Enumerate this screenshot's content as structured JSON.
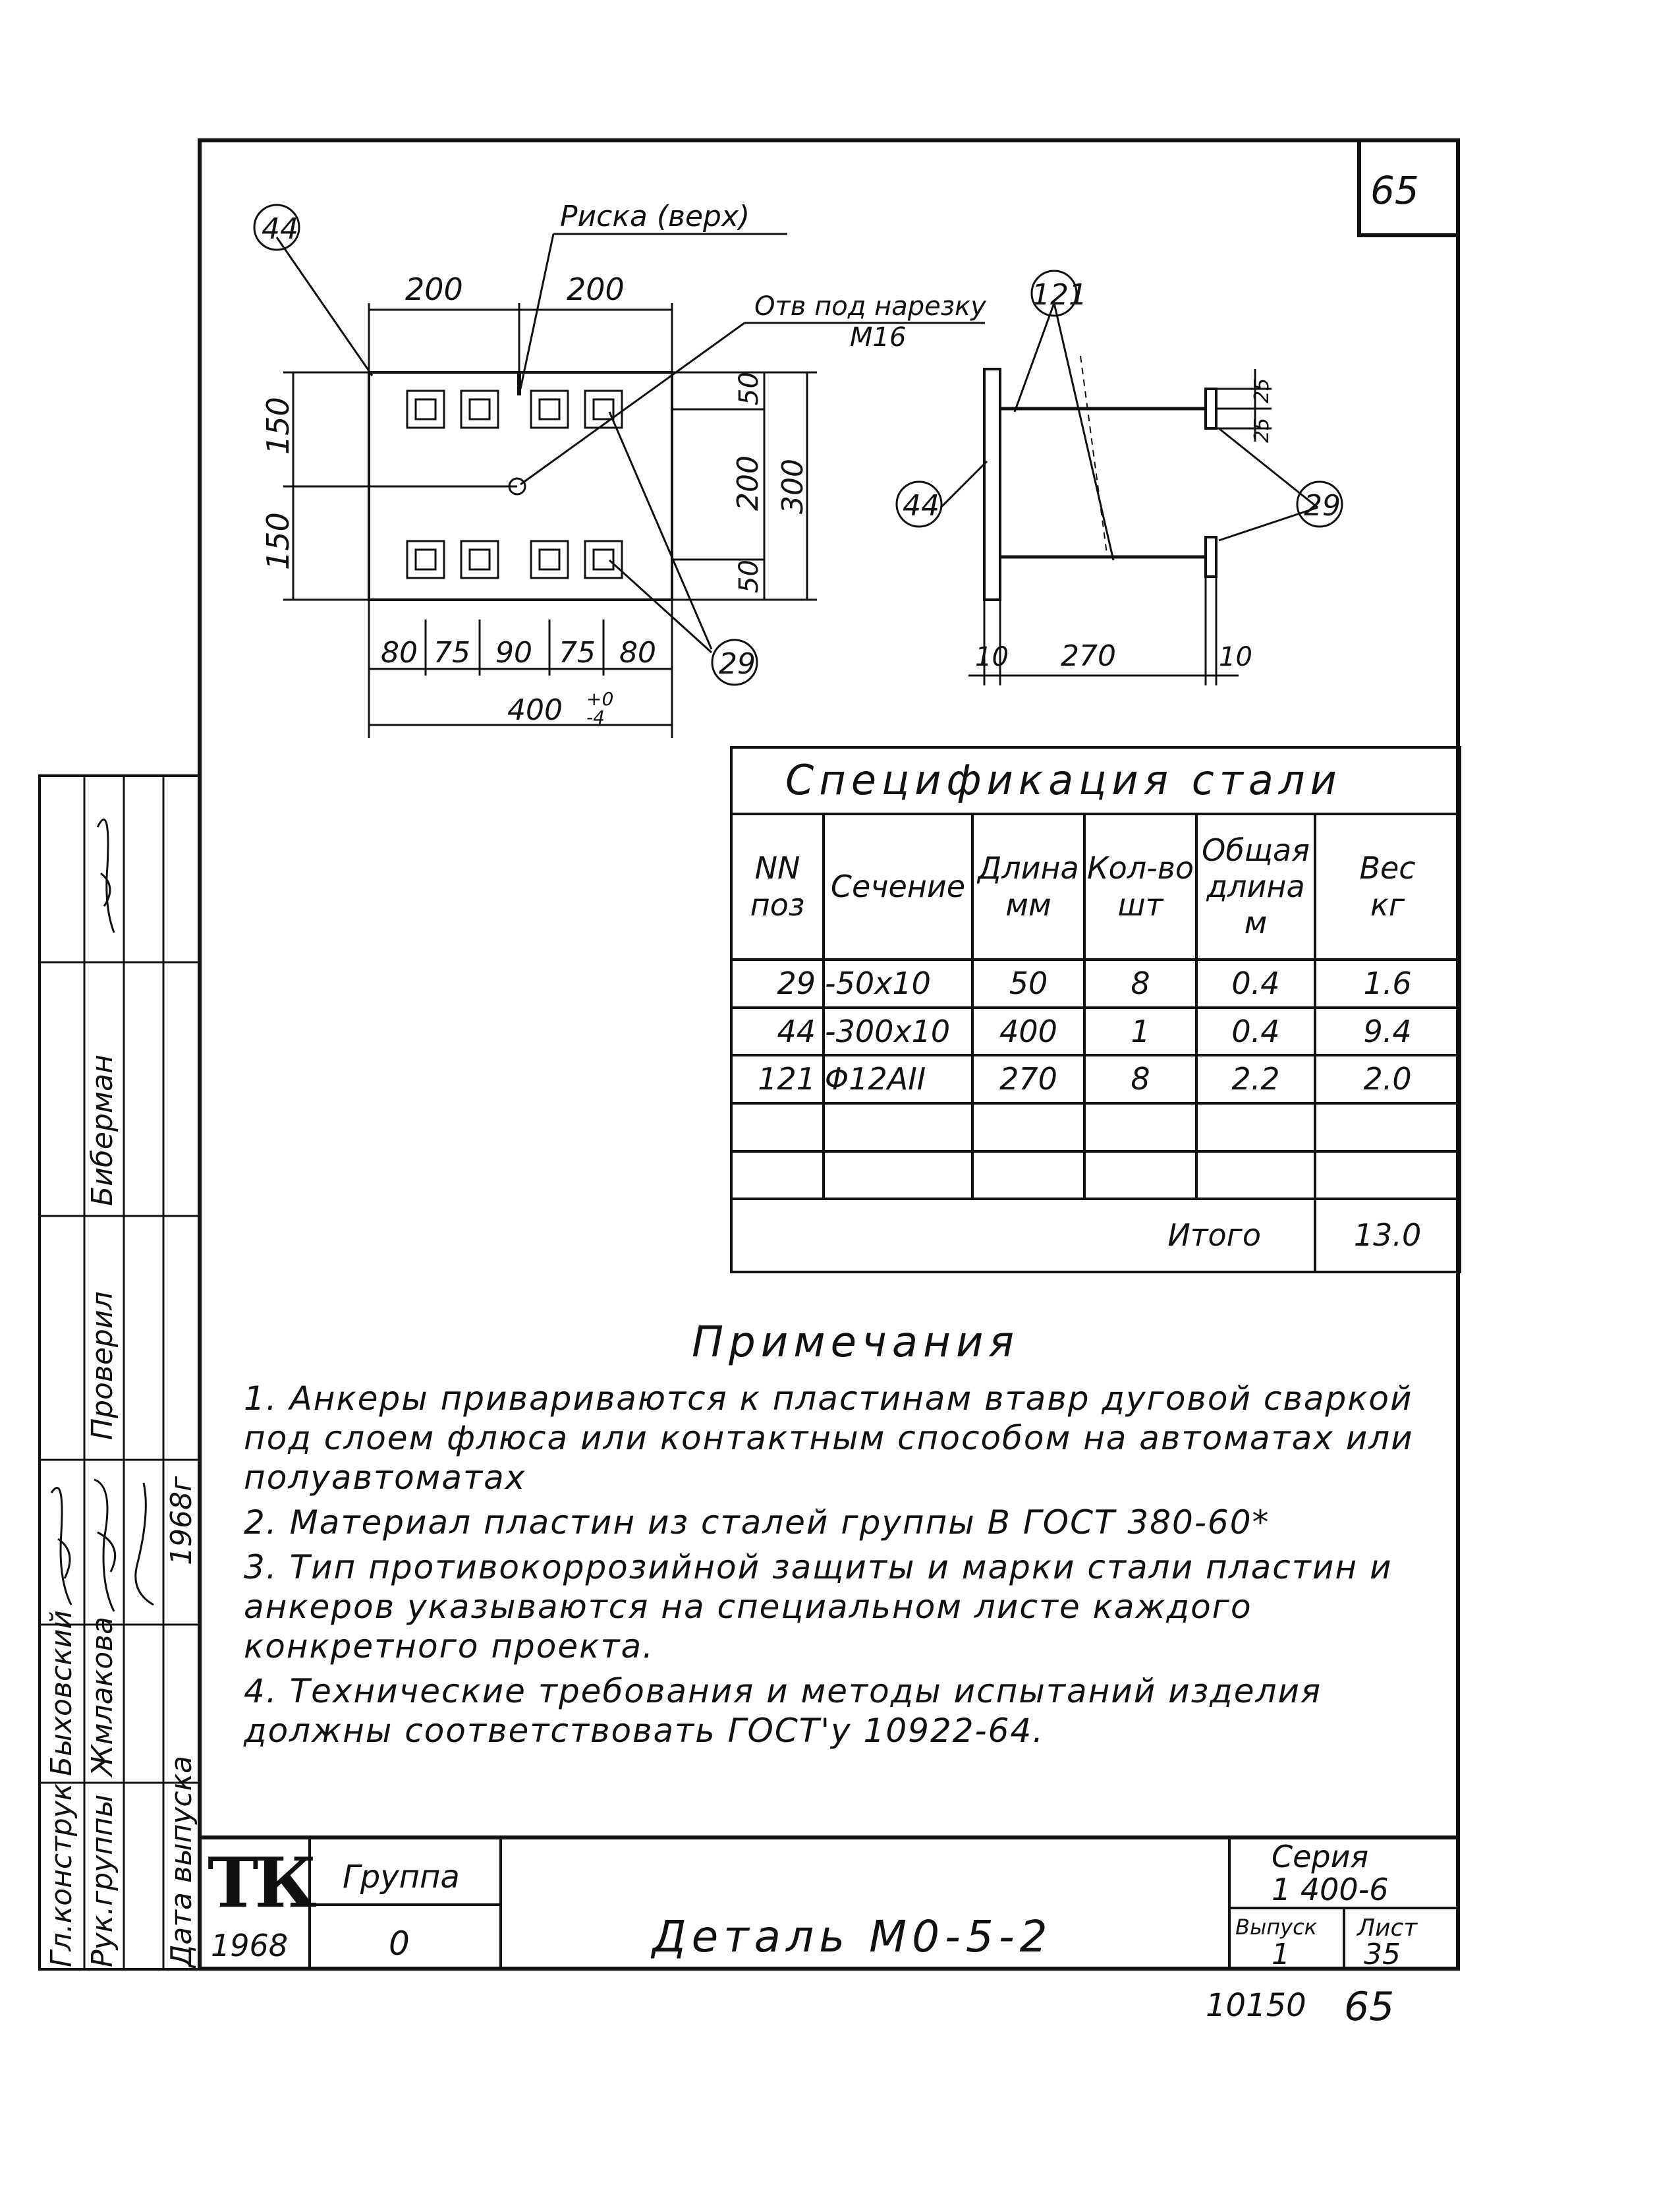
{
  "sheet": {
    "page_number_box": "65",
    "bottom_number_left": "10150",
    "bottom_number_right": "65"
  },
  "plan_view": {
    "callout_plate": "44",
    "callout_anchors": "29",
    "mark_label": "Риска (верх)",
    "hole_label": "Отв под нарезку",
    "hole_thread": "M16",
    "dim_top_left": "200",
    "dim_top_right": "200",
    "dim_left_upper": "150",
    "dim_left_lower": "150",
    "dim_right_50_top": "50",
    "dim_right_200": "200",
    "dim_right_50_bottom": "50",
    "dim_right_300": "300",
    "dim_bottom_segments": [
      "80",
      "75",
      "90",
      "75",
      "80"
    ],
    "dim_overall": "400",
    "tol_plus": "+0",
    "tol_minus": "-4"
  },
  "side_view": {
    "callout_rods": "121",
    "callout_plate": "44",
    "callout_anchors": "29",
    "dim_plate_thk": "10",
    "dim_rod_length": "270",
    "dim_end_thk": "10",
    "dim_end_a": "25",
    "dim_end_b": "25"
  },
  "spec": {
    "title": "Спецификация стали",
    "headers": [
      [
        "NN",
        "поз"
      ],
      [
        "",
        "Сечение"
      ],
      [
        "Длина",
        "мм"
      ],
      [
        "Кол-во",
        "шт"
      ],
      [
        "Общая",
        "длина",
        "м"
      ],
      [
        "Вес",
        "кг"
      ]
    ],
    "rows": [
      [
        "29",
        "-50x10",
        "50",
        "8",
        "0.4",
        "1.6"
      ],
      [
        "44",
        "-300x10",
        "400",
        "1",
        "0.4",
        "9.4"
      ],
      [
        "121",
        "Φ12AII",
        "270",
        "8",
        "2.2",
        "2.0"
      ],
      [
        "",
        "",
        "",
        "",
        "",
        ""
      ],
      [
        "",
        "",
        "",
        "",
        "",
        ""
      ]
    ],
    "total_label": "Итого",
    "total_value": "13.0"
  },
  "notes": {
    "title": "Примечания",
    "items": [
      "1. Анкеры привариваются к пластинам втавр дуговой сваркой под слоем флюса или контактным способом на автоматах или полуавтоматах",
      "2. Материал пластин из сталей группы В ГОСТ 380-60*",
      "3. Тип противокоррозийной защиты и марки стали пластин и анкеров указываются на специальном листе каждого конкретного проекта.",
      "4. Технические требования и методы испытаний изделия должны соответствовать ГОСТ'у 10922-64."
    ]
  },
  "side_stamp": {
    "roles": [
      "Гл.конструк",
      "Рук.группы",
      "Дата выпуска"
    ],
    "names": [
      "Быховский",
      "Жмлакова"
    ],
    "year": "1968г",
    "checked": "Проверил",
    "name_biberman": "Биберман"
  },
  "title_block": {
    "logo": "ТК",
    "year": "1968",
    "group_label": "Группа",
    "group_value": "0",
    "title": "Деталь М0-5-2",
    "series_label": "Серия",
    "series_value": "1 400-6",
    "issue_label": "Выпуск",
    "issue_value": "1",
    "sheet_label": "Лист",
    "sheet_value": "35"
  }
}
